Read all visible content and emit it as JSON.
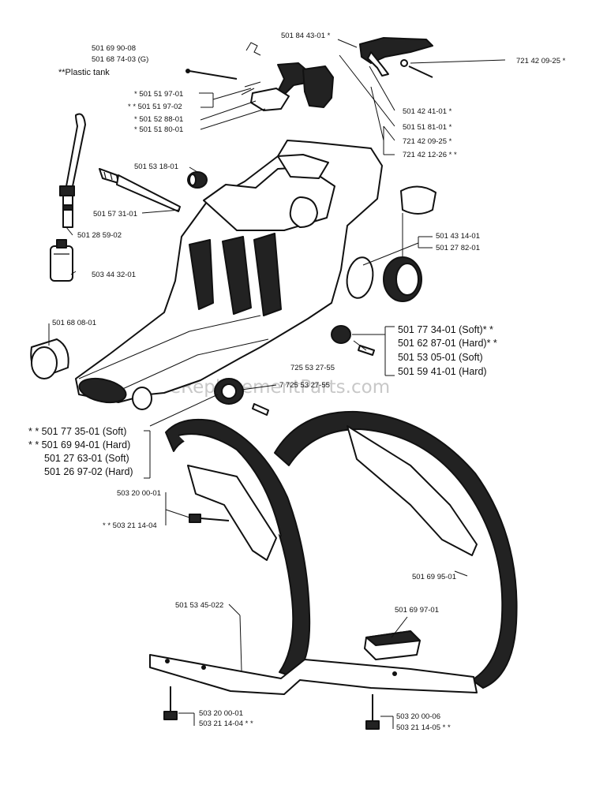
{
  "note": "**Plastic tank",
  "watermark": "eReplacementParts.com",
  "labels": {
    "l_501699008": "501 69 90-08",
    "l_501687403": "501 68 74-03 (G)",
    "l_501844301": "501 84 43-01 *",
    "l_721420925a": "721 42 09-25 *",
    "l_501519701": "* 501 51 97-01",
    "l_501519702": "* * 501 51 97-02",
    "l_501528801": "* 501 52 88-01",
    "l_501518001": "* 501 51 80-01",
    "l_501424101": "501 42 41-01 *",
    "l_501518101": "501 51 81-01 *",
    "l_721420925b": "721 42 09-25 *",
    "l_721421226": "721 42 12-26 * *",
    "l_501531801": "501 53 18-01",
    "l_501573101": "501 57 31-01",
    "l_501285902": "501 28 59-02",
    "l_503443201": "503 44 32-01",
    "l_501431401": "501 43 14-01",
    "l_501278201": "501 27 82-01",
    "l_501680801": "501 68 08-01",
    "l_501773401": "501 77 34-01 (Soft)* *",
    "l_501628701": "501 62 87-01 (Hard)* *",
    "l_501530501": "501 53 05-01 (Soft)",
    "l_501594101": "501 59 41-01 (Hard)",
    "l_725532755a": "725 53 27-55",
    "l_725532755b": "7 725 53 27-55",
    "l_501773501": "* * 501 77 35-01 (Soft)",
    "l_501699401": "* * 501 69 94-01 (Hard)",
    "l_501276301": "501 27 63-01 (Soft)",
    "l_501269702": "501 26 97-02 (Hard)",
    "l_503200001a": "503 20 00-01",
    "l_503211404a": "* * 503 21 14-04",
    "l_501699501": "501 69 95-01",
    "l_501534502": "501 53 45-022",
    "l_501699701": "501 69 97-01",
    "l_503200001b": "503 20 00-01",
    "l_503211404b": "503 21 14-04 * *",
    "l_503200006": "503 20 00-06",
    "l_503211405": "503 21 14-05 * *"
  }
}
